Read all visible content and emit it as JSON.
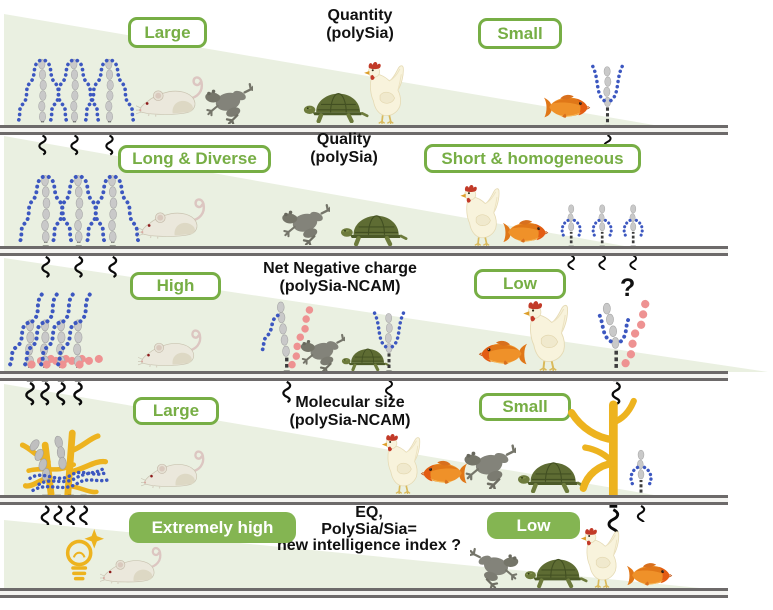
{
  "figure": {
    "description": "Schematic comparing polySia and polySia-NCAM properties across vertebrate species arranged from mouse to fish on cell membranes",
    "species_icons": [
      "mouse",
      "frog",
      "turtle",
      "chicken",
      "goldfish"
    ],
    "molecule_icons": [
      "polysia-ncam",
      "polysia-ncam-short",
      "polysia-ncam-charged",
      "polysia-ncam-large-complex",
      "light-bulb"
    ],
    "rows": [
      {
        "id": "quantity",
        "title_line1": "Quantity",
        "title_line2": "(polySia)",
        "left_label": "Large",
        "right_label": "Small"
      },
      {
        "id": "quality",
        "title_line1": "Quality",
        "title_line2": "(polySia)",
        "left_label": "Long & Diverse",
        "right_label": "Short & homogeneous"
      },
      {
        "id": "net-negative-charge",
        "title_line1": "Net Negative charge",
        "title_line2": "(polySia-NCAM)",
        "left_label": "High",
        "right_label": "Low",
        "annotation": "?"
      },
      {
        "id": "molecular-size",
        "title_line1": "Molecular size",
        "title_line2": "(polySia-NCAM)",
        "left_label": "Large",
        "right_label": "Small"
      },
      {
        "id": "eq-intelligence-index",
        "title_line1": "EQ,",
        "title_line2": "PolySia/Sia=",
        "title_line3": "new intelligence index ?",
        "left_label": "Extremely high",
        "right_label": "Low"
      }
    ],
    "colors": {
      "gradient_wedge": "#eaf0e1",
      "label_green": "#77ae45",
      "filled_label_green": "#84b552",
      "membrane_gray": "#6d6a6a",
      "polysia_blue": "#3c57c0",
      "charge_pink": "#ee9292",
      "complex_yellow": "#edb31f",
      "title_black": "#111111"
    }
  }
}
